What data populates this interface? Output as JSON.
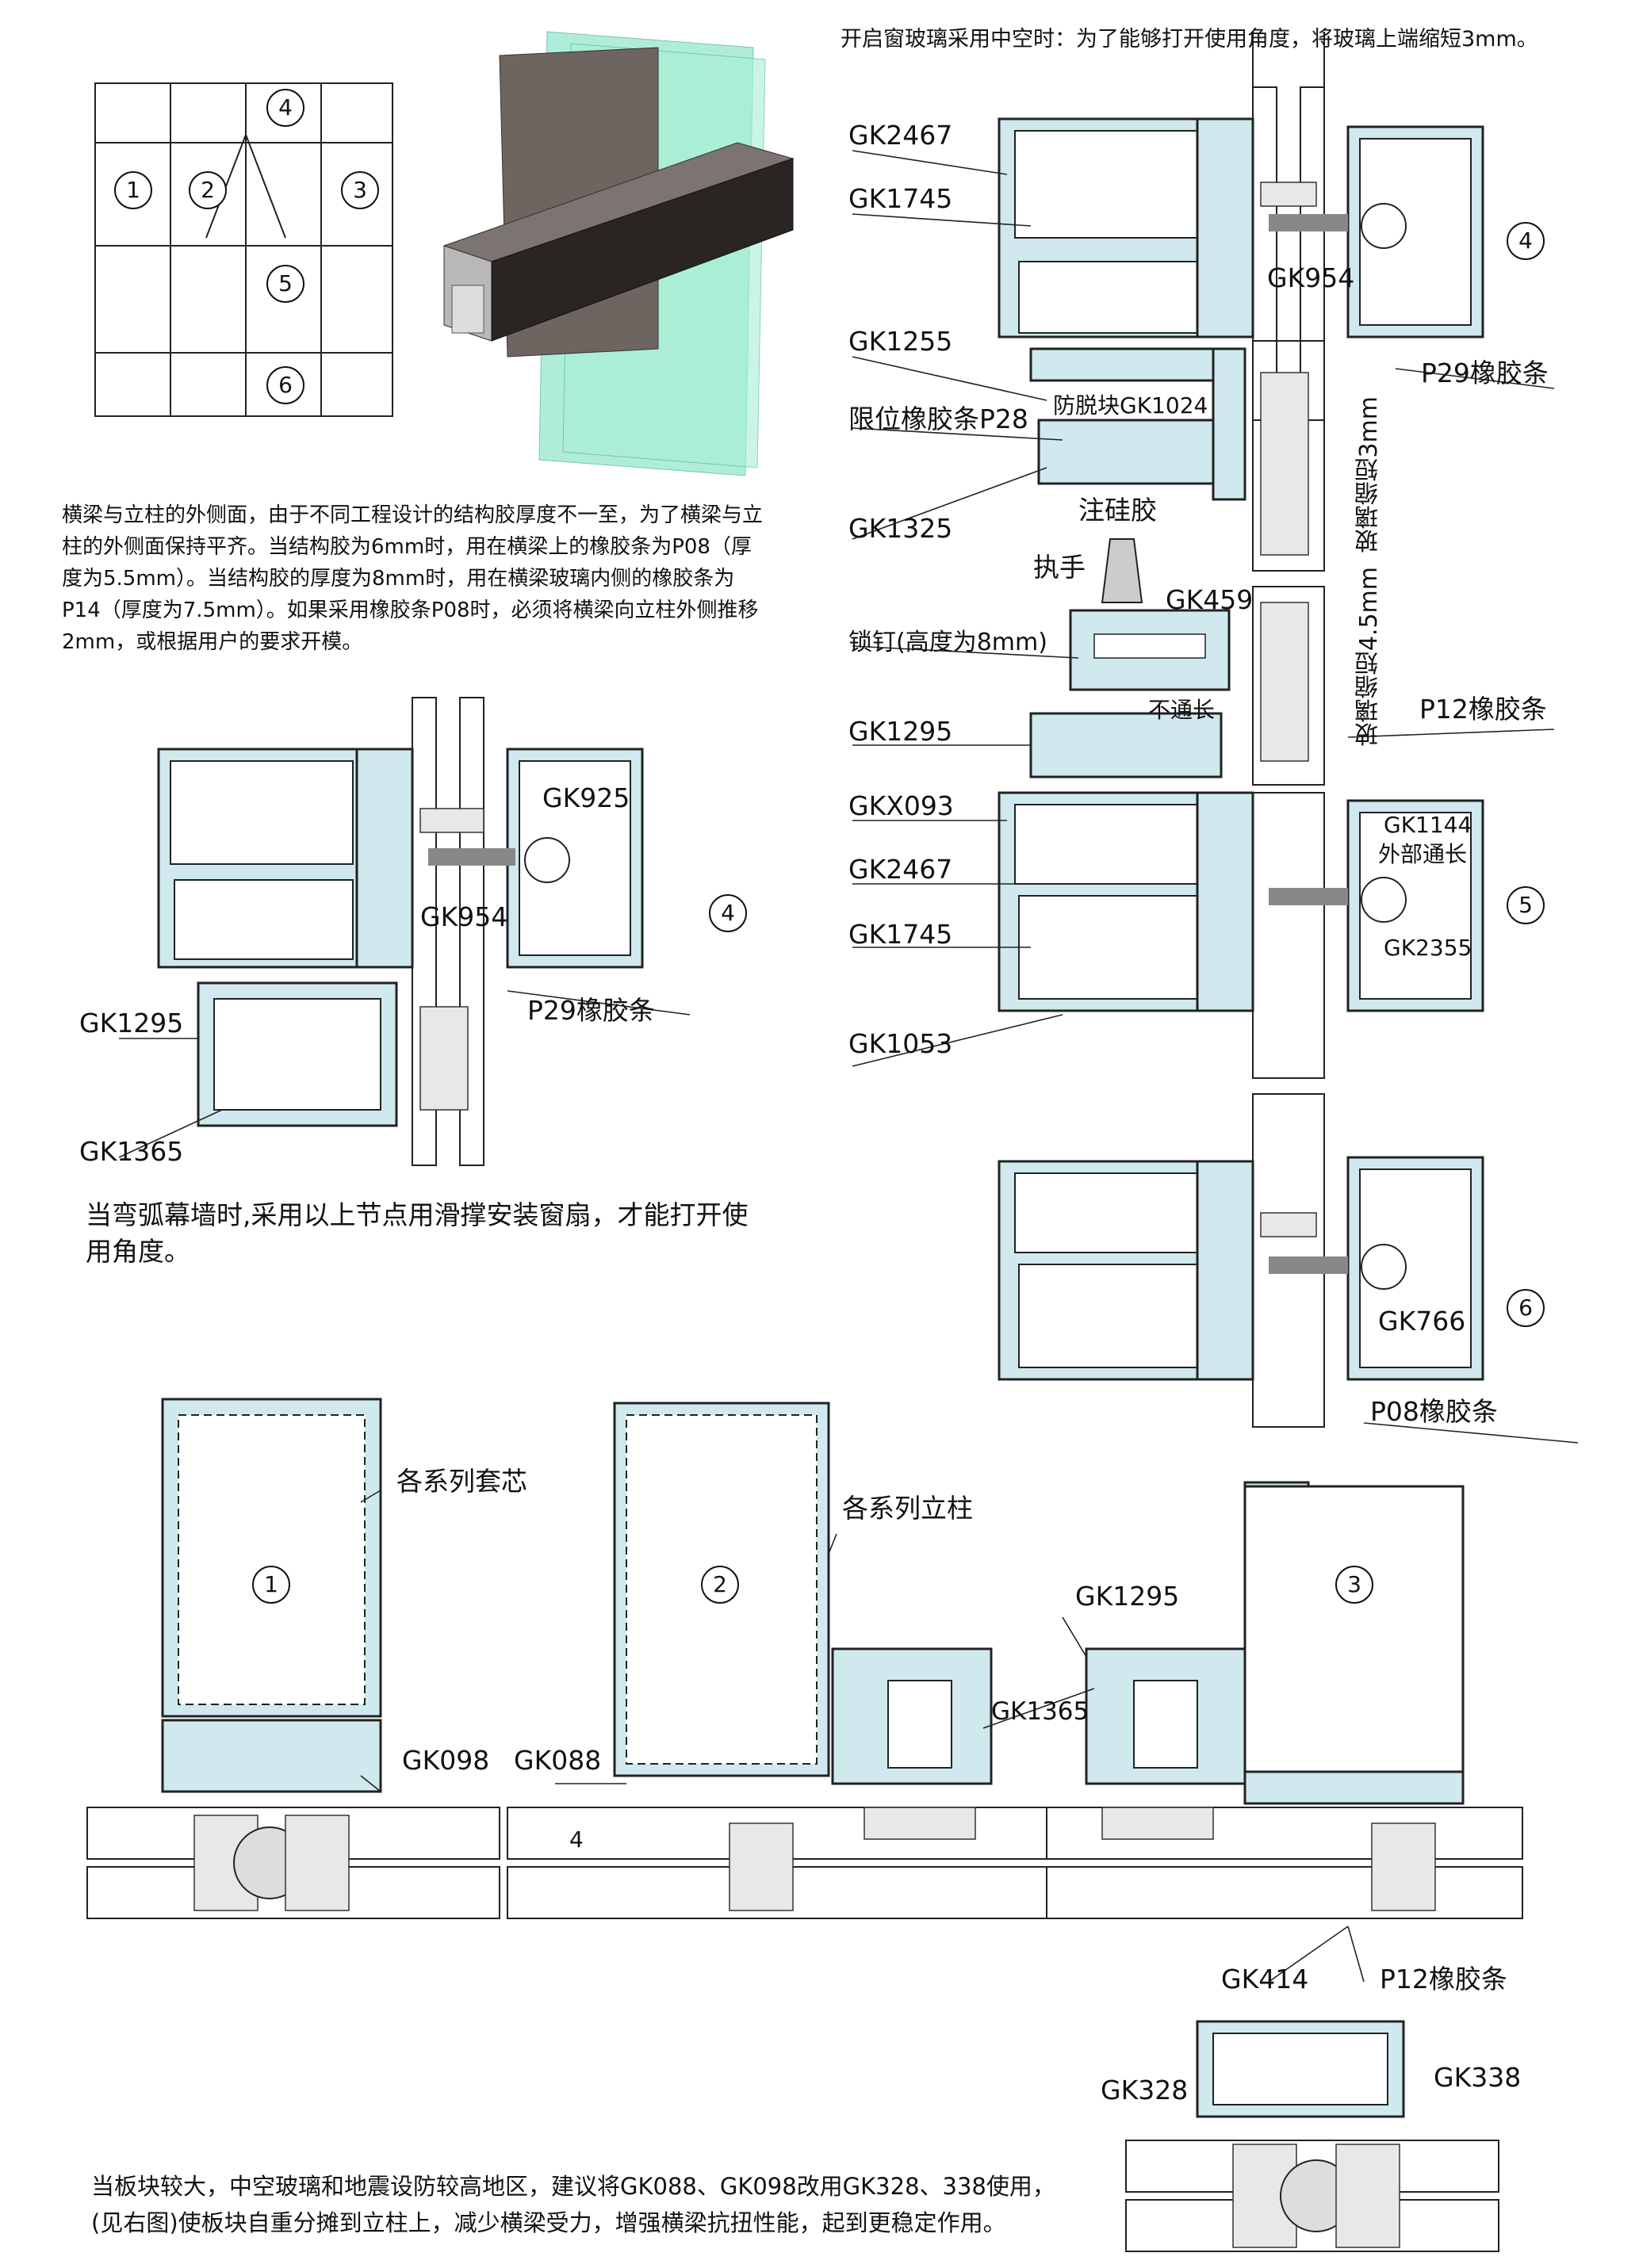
{
  "notes": {
    "top_right": "开启窗玻璃采用中空时：为了能够打开使用角度，将玻璃上端缩短3mm。",
    "left_para": "横梁与立柱的外侧面，由于不同工程设计的结构胶厚度不一至，为了横梁与立柱的外侧面保持平齐。当结构胶为6mm时，用在横梁上的橡胶条为P08（厚度为5.5mm）。当结构胶的厚度为8mm时，用在横梁玻璃内侧的橡胶条为P14（厚度为7.5mm）。如果采用橡胶条P08时，必须将横梁向立柱外侧推移2mm，或根据用户的要求开模。",
    "mid_left": "当弯弧幕墙时,采用以上节点用滑撑安装窗扇，才能打开使用角度。",
    "bottom": "当板块较大，中空玻璃和地震设防较高地区，建议将GK088、GK098改用GK328、338使用，(见右图)使板块自重分摊到立柱上，减少横梁受力，增强横梁抗扭性能，起到更稳定作用。"
  },
  "grid_markers": [
    "1",
    "2",
    "3",
    "4",
    "5",
    "6"
  ],
  "right_labels": {
    "gk2467_a": "GK2467",
    "gk1745_a": "GK1745",
    "gk954_a": "GK954",
    "gk1255": "GK1255",
    "p29_a": "P29橡胶条",
    "block": "防脱块GK1024",
    "p28": "限位橡胶条P28",
    "gk1325": "GK1325",
    "silicone": "注硅胶",
    "handle": "执手",
    "gk459": "GK459",
    "lock": "锁钉(高度为8mm)",
    "not_full": "不通长",
    "gk1295_r": "GK1295",
    "p12_a": "P12橡胶条",
    "gkx093": "GKX093",
    "gk1144": "GK1144",
    "outer_full": "外部通长",
    "gk2467_b": "GK2467",
    "gk1745_b": "GK1745",
    "gk2355": "GK2355",
    "gk1053": "GK1053",
    "gk766": "GK766",
    "p08": "P08橡胶条",
    "glass_3mm": "玻璃缩短3mm",
    "glass_45mm": "玻璃缩短4.5mm",
    "node4": "4",
    "node5": "5",
    "node6": "6"
  },
  "left_labels": {
    "gk925": "GK925",
    "gk954": "GK954",
    "p29": "P29橡胶条",
    "gk1295": "GK1295",
    "gk1365": "GK1365",
    "node4": "4"
  },
  "bottom_labels": {
    "core": "各系列套芯",
    "column": "各系列立柱",
    "gk098": "GK098",
    "gk088": "GK088",
    "gk1295": "GK1295",
    "gk1365": "GK1365",
    "gk414": "GK414",
    "p12": "P12橡胶条",
    "gk328": "GK328",
    "gk338": "GK338",
    "dim4": "4",
    "n1": "1",
    "n2": "2",
    "n3": "3"
  }
}
